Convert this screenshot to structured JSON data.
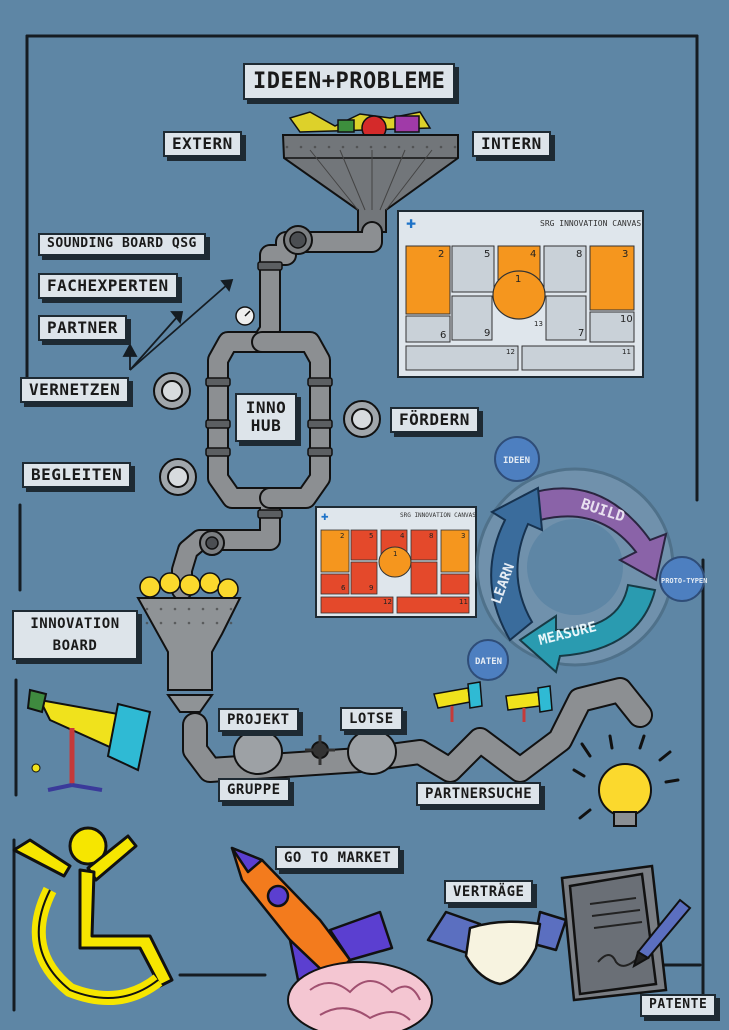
{
  "title": "IDEEN+PROBLEME",
  "funnel_labels": {
    "extern": "EXTERN",
    "intern": "INTERN"
  },
  "network": {
    "sounding_board": "SOUNDING BOARD QSG",
    "fachexperten": "FACHEXPERTEN",
    "partner": "PARTNER",
    "vernetzen": "VERNETZEN",
    "begleiten": "BEGLEITEN",
    "foerdern": "FÖRDERN"
  },
  "hub": {
    "line1": "INNO",
    "line2": "HUB"
  },
  "innovation_board": {
    "line1": "INNOVATION",
    "line2": "BOARD"
  },
  "canvas_large": {
    "title": "SRG INNOVATION CANVAS",
    "cells": [
      "2",
      "5",
      "4",
      "8",
      "3",
      "1",
      "13",
      "10",
      "6",
      "9",
      "7",
      "12",
      "11"
    ]
  },
  "canvas_small": {
    "title": "SRG INNOVATION CANVAS",
    "cells": [
      "2",
      "5",
      "4",
      "8",
      "3",
      "1",
      "6",
      "9",
      "12",
      "11"
    ]
  },
  "cycle": {
    "build": "BUILD",
    "measure": "MEASURE",
    "learn": "LEARN",
    "ideen": "IDEEN",
    "prototypen": "PROTO-TYPEN",
    "daten": "DATEN"
  },
  "colors": {
    "background": "#5e86a5",
    "label_bg": "#dde4ea",
    "pipe": "#8c8f92",
    "canvas_orange": "#f5961e",
    "canvas_red": "#e4492b",
    "build_purple": "#8a63a8",
    "measure_teal": "#2a9bb0",
    "learn_blue": "#3a6c9c",
    "rocket_orange": "#f37b1d",
    "person_yellow": "#f6e600",
    "bulb_yellow": "#fbd92d"
  },
  "pipeline": {
    "projekt": "PROJEKT",
    "gruppe": "GRUPPE",
    "lotse": "LOTSE",
    "partnersuche": "PARTNERSUCHE"
  },
  "bottom": {
    "go_to_market": "GO TO MARKET",
    "vertraege": "VERTRÄGE",
    "patente": "PATENTE"
  },
  "icons": [
    "funnel-icon",
    "valve-icon",
    "gauge-icon",
    "turbine-icon",
    "lightbulb-icon",
    "telescope-icon",
    "wheelchair-person-icon",
    "rocket-icon",
    "brain-icon",
    "handshake-icon",
    "contract-icon",
    "pen-icon"
  ]
}
